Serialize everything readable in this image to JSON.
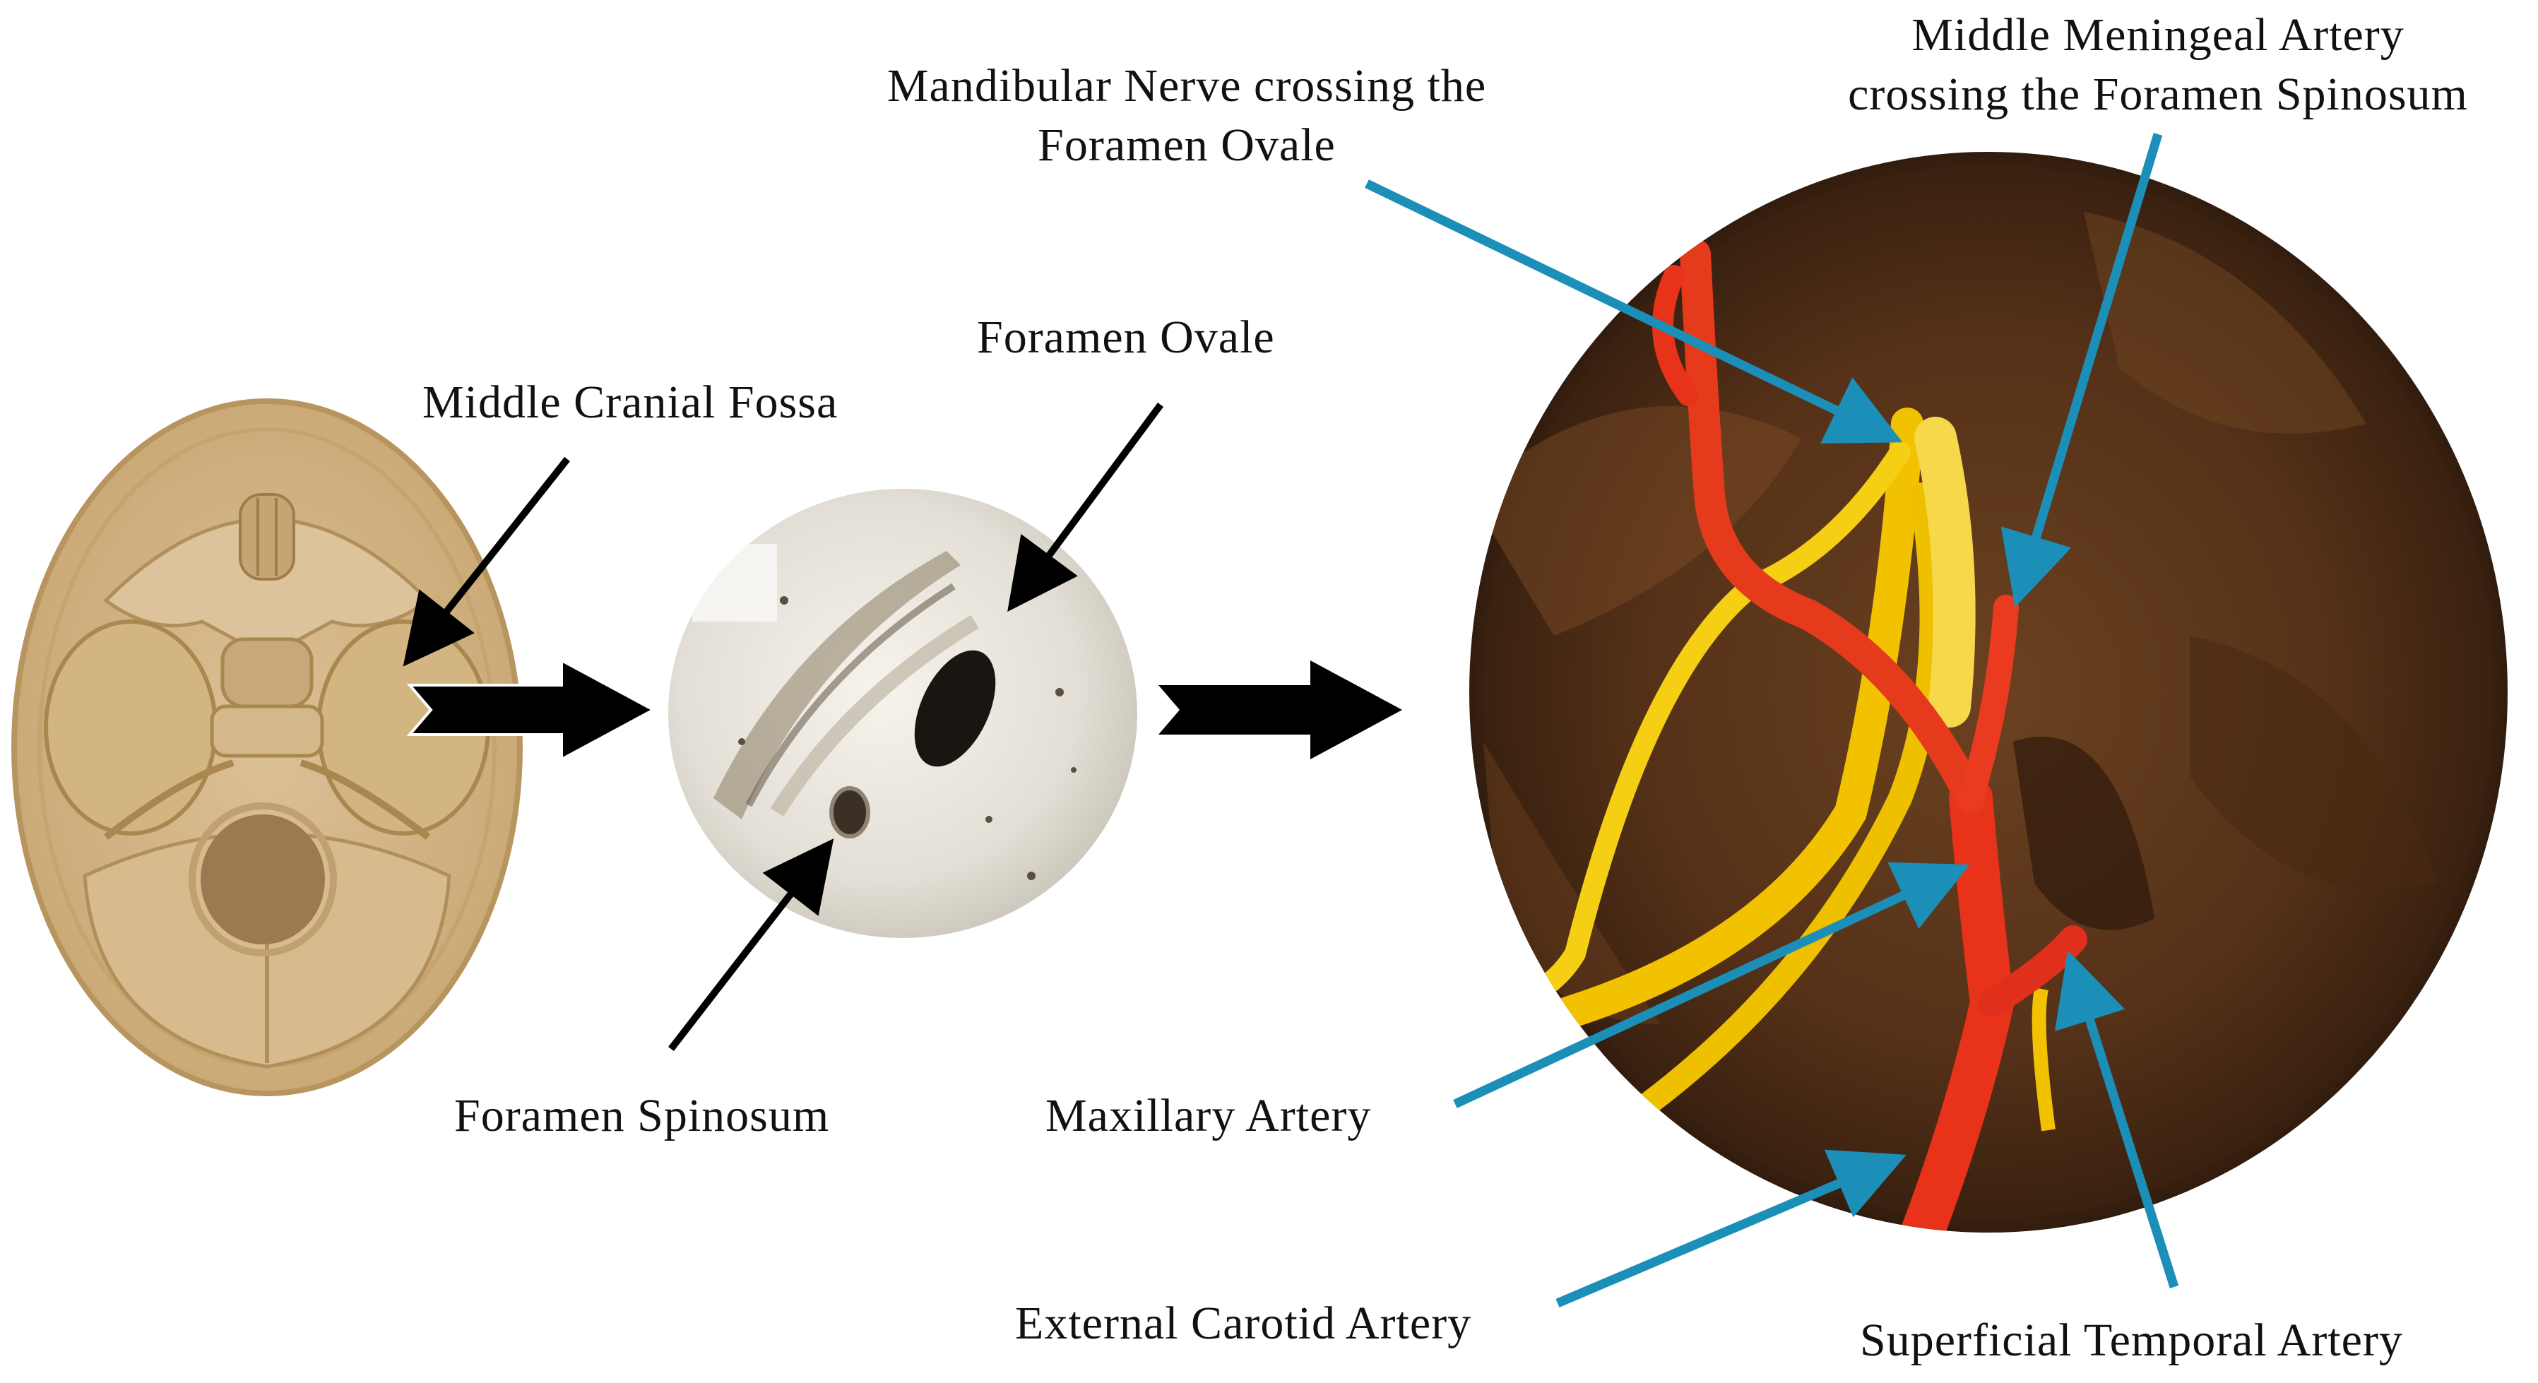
{
  "labels": {
    "middle_cranial_fossa": "Middle Cranial Fossa",
    "foramen_ovale": "Foramen Ovale",
    "foramen_spinosum": "Foramen Spinosum",
    "mandibular_nerve_line1": "Mandibular Nerve crossing the",
    "mandibular_nerve_line2": "Foramen Ovale",
    "middle_meningeal_line1": "Middle Meningeal Artery",
    "middle_meningeal_line2": "crossing the Foramen Spinosum",
    "maxillary_artery": "Maxillary Artery",
    "external_carotid_artery": "External Carotid Artery",
    "superficial_temporal_artery": "Superficial Temporal Artery"
  },
  "colors": {
    "black_arrow": "#000000",
    "blue_arrow": "#1b8fb7",
    "skull_bone": "#d7b98a",
    "nerve": "#f2c200",
    "artery": "#e8321a",
    "dissection_tissue": "#5a3518",
    "bone_closeup": "#e9e6df"
  }
}
